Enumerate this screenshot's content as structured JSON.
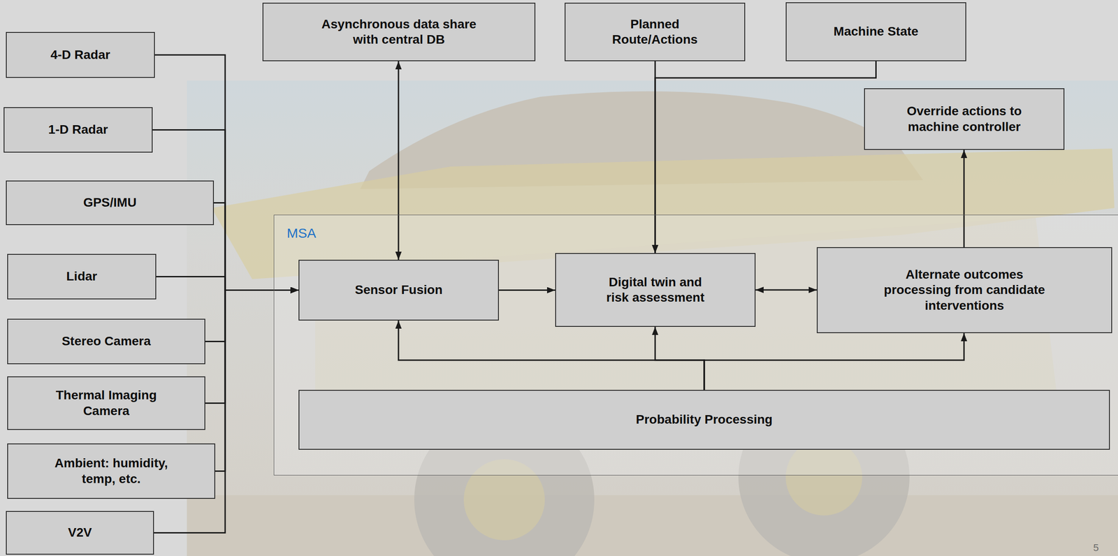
{
  "diagram": {
    "nodes": [
      {
        "text": [
          "4-D Radar"
        ]
      },
      {
        "text": [
          "Asynchronous data share with central DB"
        ]
      },
      {
        "text": [
          "Planned Route/Actions"
        ]
      },
      {
        "text": [
          "Machine State"
        ]
      },
      {
        "text": [
          "Override actions to machine controller"
        ]
      },
      {
        "text": [
          "1-D Radar"
        ]
      },
      {
        "text": [
          "GPS/IMU"
        ]
      },
      {
        "text": [
          "MSA"
        ]
      },
      {
        "text": [
          "Sensor Fusion"
        ],
        "in": 7
      },
      {
        "text": [
          "Digital twin and risk assessment"
        ],
        "in": 7
      },
      {
        "text": [
          "Alternate outcomes processing from candidate interventions"
        ],
        "in": 7
      },
      {
        "text": [
          "Lidar"
        ]
      },
      {
        "text": [
          "Stereo Camera"
        ]
      },
      {
        "text": [
          "Thermal Imaging Camera"
        ]
      },
      {
        "text": [
          "Ambient: humidity, temp, etc."
        ]
      },
      {
        "text": [
          "V2V"
        ]
      },
      {
        "text": [
          "Probability Processing"
        ],
        "in": 7
      }
    ],
    "edges": [
      {
        "from": 0,
        "to": 8,
        "arrow": "to"
      },
      {
        "from": 5,
        "to": 8,
        "arrow": "to"
      },
      {
        "from": 6,
        "to": 8,
        "arrow": "to"
      },
      {
        "from": 11,
        "to": 8,
        "arrow": "to"
      },
      {
        "from": 12,
        "to": 8,
        "arrow": "to"
      },
      {
        "from": 13,
        "to": 8,
        "arrow": "to"
      },
      {
        "from": 14,
        "to": 8,
        "arrow": "to"
      },
      {
        "from": 15,
        "to": 8,
        "arrow": "to"
      },
      {
        "from": 1,
        "to": 8,
        "arrow": "both"
      },
      {
        "from": 2,
        "to": 9,
        "arrow": "to"
      },
      {
        "from": 3,
        "to": 9,
        "arrow": "to"
      },
      {
        "from": 8,
        "to": 9,
        "arrow": "to"
      },
      {
        "from": 9,
        "to": 10,
        "arrow": "both"
      },
      {
        "from": 10,
        "to": 4,
        "arrow": "to"
      },
      {
        "from": 16,
        "to": 8,
        "arrow": "to"
      },
      {
        "from": 16,
        "to": 9,
        "arrow": "to"
      },
      {
        "from": 16,
        "to": 10,
        "arrow": "to"
      }
    ],
    "labels": [
      "5"
    ]
  }
}
